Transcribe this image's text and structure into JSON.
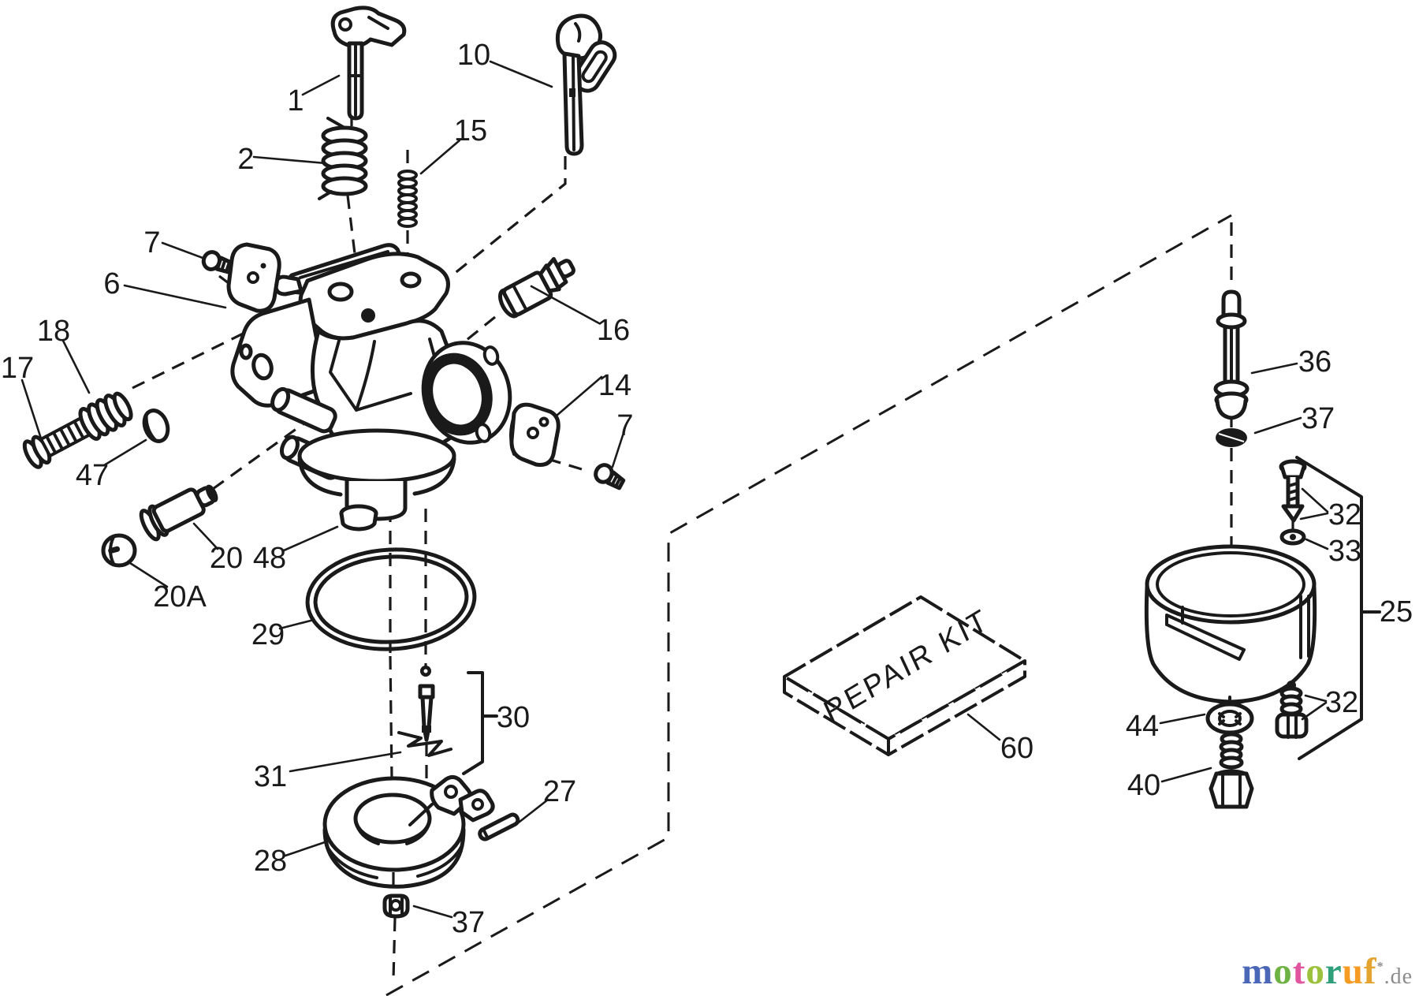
{
  "figure": {
    "type": "exploded-parts-diagram",
    "subject": "carburetor assembly",
    "background": "#ffffff",
    "line_color": "#1a1a1a"
  },
  "labels": [
    {
      "id": "part-1",
      "text": "1"
    },
    {
      "id": "part-2",
      "text": "2"
    },
    {
      "id": "part-10",
      "text": "10"
    },
    {
      "id": "part-15",
      "text": "15"
    },
    {
      "id": "part-7-left",
      "text": "7"
    },
    {
      "id": "part-6",
      "text": "6"
    },
    {
      "id": "part-18",
      "text": "18"
    },
    {
      "id": "part-17",
      "text": "17"
    },
    {
      "id": "part-47",
      "text": "47"
    },
    {
      "id": "part-20",
      "text": "20"
    },
    {
      "id": "part-20A",
      "text": "20A"
    },
    {
      "id": "part-48",
      "text": "48"
    },
    {
      "id": "part-29",
      "text": "29"
    },
    {
      "id": "part-16",
      "text": "16"
    },
    {
      "id": "part-14",
      "text": "14"
    },
    {
      "id": "part-7-right",
      "text": "7"
    },
    {
      "id": "part-30",
      "text": "30"
    },
    {
      "id": "part-31",
      "text": "31"
    },
    {
      "id": "part-27",
      "text": "27"
    },
    {
      "id": "part-28",
      "text": "28"
    },
    {
      "id": "part-37-bottom",
      "text": "37"
    },
    {
      "id": "part-36",
      "text": "36"
    },
    {
      "id": "part-37-right",
      "text": "37"
    },
    {
      "id": "part-32-top",
      "text": "32"
    },
    {
      "id": "part-33",
      "text": "33"
    },
    {
      "id": "part-25",
      "text": "25"
    },
    {
      "id": "part-32-lower",
      "text": "32"
    },
    {
      "id": "part-44",
      "text": "44"
    },
    {
      "id": "part-40",
      "text": "40"
    },
    {
      "id": "part-60",
      "text": "60"
    }
  ],
  "repair_kit": {
    "text": "REPAIR KIT"
  },
  "logo": {
    "letters": [
      {
        "ch": "m",
        "color": "#4a67b8"
      },
      {
        "ch": "o",
        "color": "#6fb244"
      },
      {
        "ch": "t",
        "color": "#e0559e"
      },
      {
        "ch": "o",
        "color": "#9cc13c"
      },
      {
        "ch": "r",
        "color": "#2f9e7b"
      },
      {
        "ch": "u",
        "color": "#f59a22"
      },
      {
        "ch": "f",
        "color": "#e3a52f"
      }
    ],
    "star": "*",
    "tld": ".de",
    "tld_color": "#8c8c8c"
  }
}
